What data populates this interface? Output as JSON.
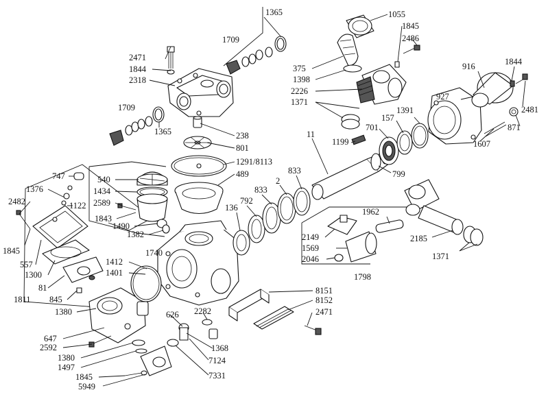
{
  "labels": {
    "l1365a": "1365",
    "l1709a": "1709",
    "l2471a": "2471",
    "l1844a": "1844",
    "l2318": "2318",
    "l1709b": "1709",
    "l1365b": "1365",
    "l238": "238",
    "l801": "801",
    "l1291": "1291/8113",
    "l489": "489",
    "l540": "540",
    "l1434": "1434",
    "l2589": "2589",
    "l1843": "1843",
    "l1490": "1490",
    "l1382": "1382",
    "l747": "747",
    "l1376": "1376",
    "l2482a": "2482",
    "l1122": "1122",
    "l1845a": "1845",
    "l557": "557",
    "l1300": "1300",
    "l81": "81",
    "l1811": "1811",
    "l845": "845",
    "l1380a": "1380",
    "l1740": "1740",
    "l1412": "1412",
    "l1401": "1401",
    "l647": "647",
    "l2592": "2592",
    "l1380b": "1380",
    "l1497": "1497",
    "l1845b": "1845",
    "l5949": "5949",
    "l626": "626",
    "l2282": "2282",
    "l1368": "1368",
    "l7124": "7124",
    "l7331": "7331",
    "l1055": "1055",
    "l1845c": "1845",
    "l2486": "2486",
    "l375": "375",
    "l1398": "1398",
    "l2226": "2226",
    "l1371a": "1371",
    "l916": "916",
    "l1844b": "1844",
    "l927": "927",
    "l2481": "2481",
    "l1391": "1391",
    "l157": "157",
    "l701": "701",
    "l871": "871",
    "l1607": "1607",
    "l11": "11",
    "l1199": "1199",
    "l799": "799",
    "l833a": "833",
    "l2": "2",
    "l833b": "833",
    "l792": "792",
    "l136": "136",
    "l1962": "1962",
    "l2149": "2149",
    "l1569": "1569",
    "l2046": "2046",
    "l1798": "1798",
    "l2185": "2185",
    "l1371b": "1371",
    "l8151": "8151",
    "l8152": "8152",
    "l2471b": "2471"
  }
}
